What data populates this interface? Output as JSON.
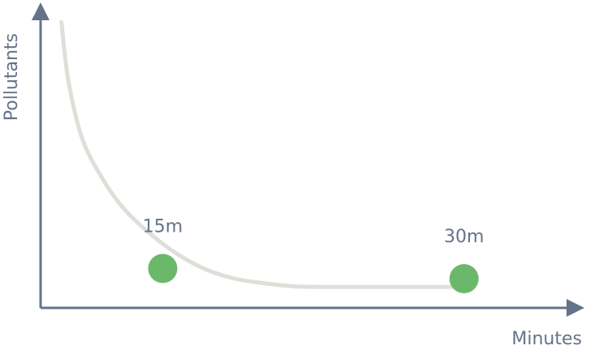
{
  "chart_data": {
    "type": "line",
    "title": "",
    "xlabel": "Minutes",
    "ylabel": "Pollutants",
    "xlim": [
      0,
      38
    ],
    "ylim": [
      0,
      10
    ],
    "grid": false,
    "legend": "none",
    "curve_points": [
      {
        "x": 1.5,
        "y": 9.8
      },
      {
        "x": 2.0,
        "y": 7.8
      },
      {
        "x": 3.0,
        "y": 5.8
      },
      {
        "x": 4.5,
        "y": 4.4
      },
      {
        "x": 6.0,
        "y": 3.4
      },
      {
        "x": 8.0,
        "y": 2.5
      },
      {
        "x": 10.0,
        "y": 1.8
      },
      {
        "x": 12.0,
        "y": 1.3
      },
      {
        "x": 14.0,
        "y": 1.0
      },
      {
        "x": 16.0,
        "y": 0.85
      },
      {
        "x": 18.0,
        "y": 0.75
      },
      {
        "x": 20.0,
        "y": 0.72
      },
      {
        "x": 30.0,
        "y": 0.72
      }
    ],
    "markers": [
      {
        "label": "15m",
        "x": 8.8,
        "y": 1.35
      },
      {
        "label": "30m",
        "x": 30.5,
        "y": 1.0
      }
    ],
    "colors": {
      "axis": "#657388",
      "curve": "#dfdfd9",
      "marker": "#6cb86a",
      "text": "#657388"
    }
  }
}
